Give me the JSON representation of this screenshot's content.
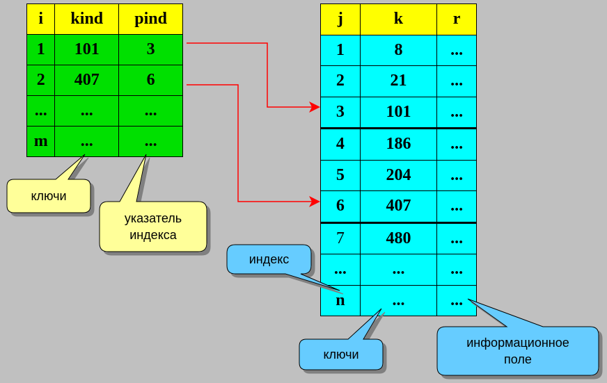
{
  "index_table": {
    "headers": [
      "i",
      "kind",
      "pind"
    ],
    "rows": [
      [
        "1",
        "101",
        "3"
      ],
      [
        "2",
        "407",
        "6"
      ],
      [
        "...",
        "...",
        "..."
      ],
      [
        "m",
        "...",
        "..."
      ]
    ]
  },
  "main_table": {
    "headers": [
      "j",
      "k",
      "r"
    ],
    "rows": [
      [
        "1",
        "8",
        "..."
      ],
      [
        "2",
        "21",
        "..."
      ],
      [
        "3",
        "101",
        "..."
      ],
      [
        "4",
        "186",
        "..."
      ],
      [
        "5",
        "204",
        "..."
      ],
      [
        "6",
        "407",
        "..."
      ],
      [
        "7",
        "480",
        "..."
      ],
      [
        "...",
        "...",
        "..."
      ],
      [
        "n",
        "...",
        "..."
      ]
    ]
  },
  "callouts": {
    "keys_left": "ключи",
    "index_pointer_line1": "указатель",
    "index_pointer_line2": "индекса",
    "index": "индекс",
    "keys_right": "ключи",
    "info_field_line1": "информационное",
    "info_field_line2": "поле"
  },
  "colors": {
    "header": "#ffff00",
    "index_table_body": "#00e000",
    "main_table_body": "#00ffff",
    "yellow_callout": "#ffff99",
    "blue_callout": "#66ccff",
    "arrow": "#ff0000",
    "background": "#c0c0c0"
  }
}
